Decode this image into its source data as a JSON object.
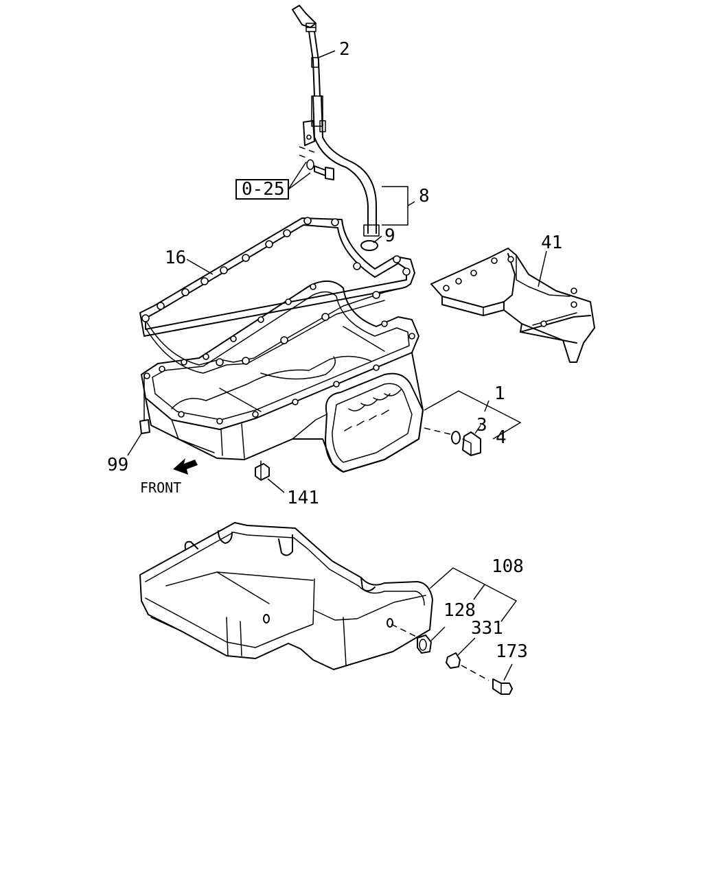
{
  "diagram": {
    "callouts": {
      "c1": "1",
      "c2": "2",
      "c3": "3",
      "c4": "4",
      "c8": "8",
      "c9": "9",
      "c16": "16",
      "c41": "41",
      "c99": "99",
      "c108": "108",
      "c128": "128",
      "c141": "141",
      "c173": "173",
      "c331": "331"
    },
    "reference_box": "0-25",
    "front_label": "FRONT"
  }
}
